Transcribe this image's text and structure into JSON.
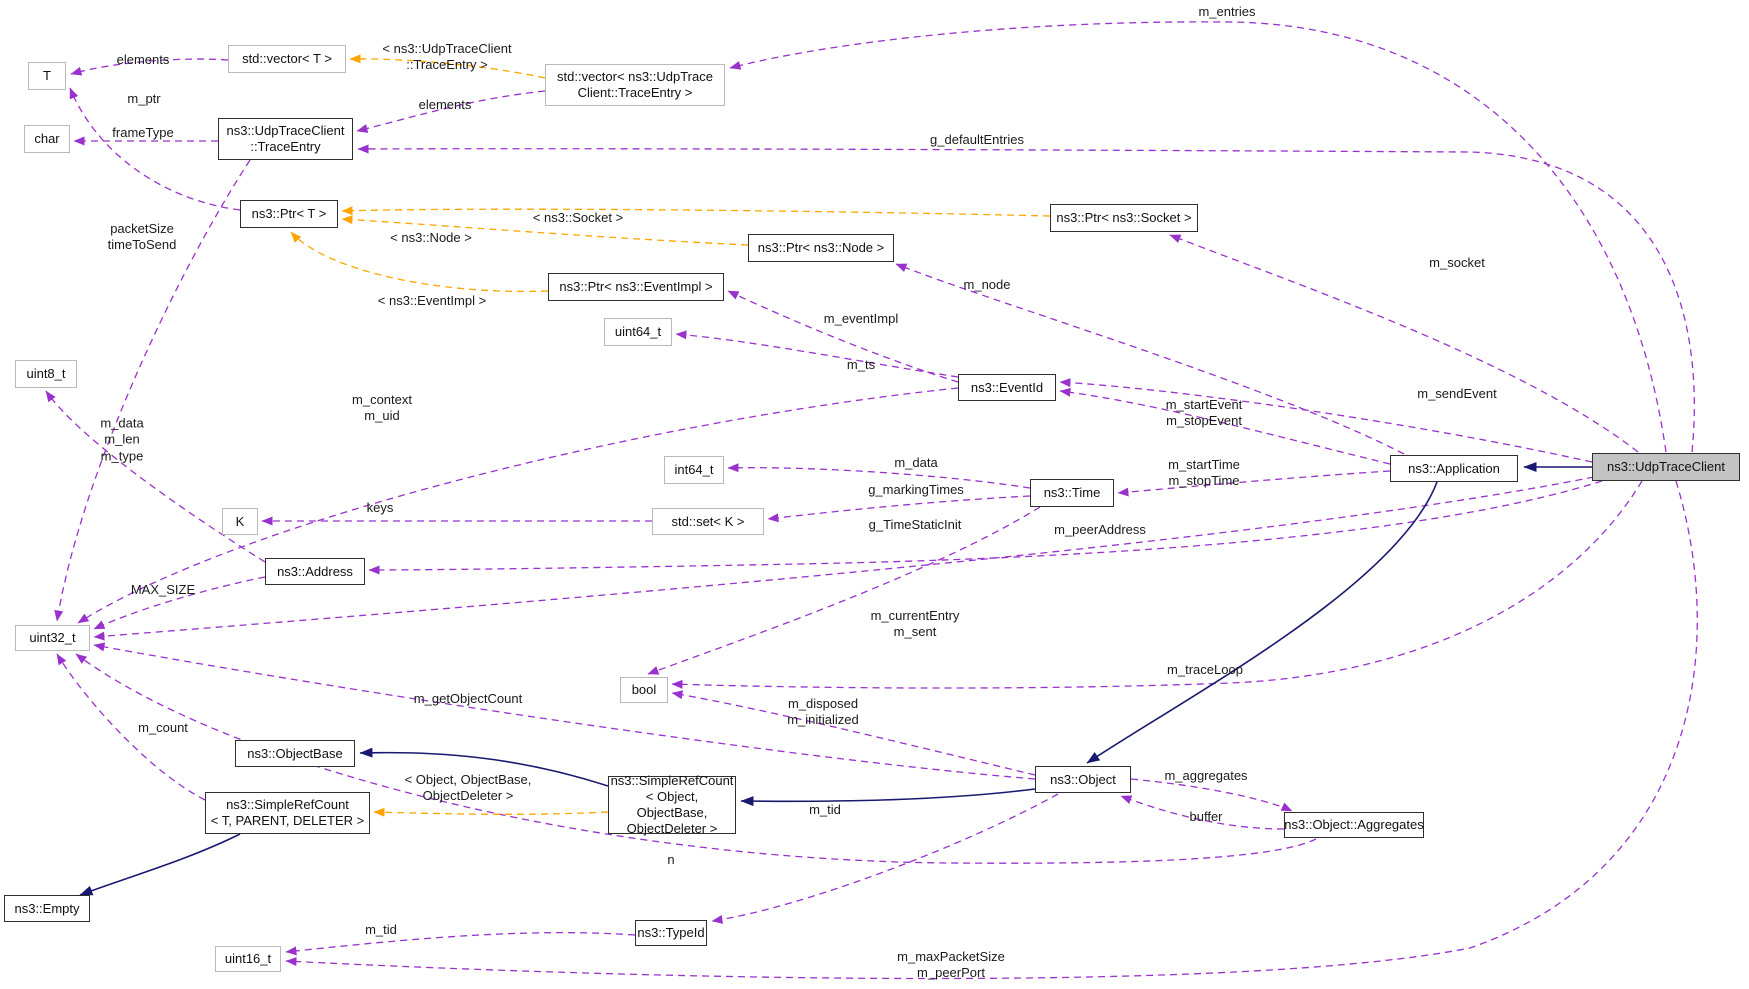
{
  "diagram": {
    "kind": "collaboration-graph",
    "highlighted_node": "ns3::UdpTraceClient",
    "colors": {
      "usage_edge": "#9932cc",
      "template_edge": "#ffa500",
      "inheritance_edge": "#191970",
      "highlight_fill": "#c3c3c3",
      "class_border": "#2f2f2f",
      "ref_border": "#b9b9b9",
      "background": "#ffffff"
    },
    "nodes": [
      {
        "id": "t",
        "label": "T",
        "kind": "ref"
      },
      {
        "id": "vector_t",
        "label": "std::vector< T >",
        "kind": "ref"
      },
      {
        "id": "vector_traceentry",
        "label": "std::vector< ns3::UdpTrace\nClient::TraceEntry >",
        "kind": "ref"
      },
      {
        "id": "char",
        "label": "char",
        "kind": "ref"
      },
      {
        "id": "traceentry",
        "label": "ns3::UdpTraceClient\n::TraceEntry",
        "kind": "cls"
      },
      {
        "id": "ptr_t",
        "label": "ns3::Ptr< T >",
        "kind": "cls"
      },
      {
        "id": "ptr_socket",
        "label": "ns3::Ptr< ns3::Socket >",
        "kind": "cls"
      },
      {
        "id": "ptr_node",
        "label": "ns3::Ptr< ns3::Node >",
        "kind": "cls"
      },
      {
        "id": "ptr_eventimpl",
        "label": "ns3::Ptr< ns3::EventImpl >",
        "kind": "cls"
      },
      {
        "id": "uint64_t",
        "label": "uint64_t",
        "kind": "ref"
      },
      {
        "id": "eventid",
        "label": "ns3::EventId",
        "kind": "cls"
      },
      {
        "id": "uint8_t",
        "label": "uint8_t",
        "kind": "ref"
      },
      {
        "id": "int64_t",
        "label": "int64_t",
        "kind": "ref"
      },
      {
        "id": "time",
        "label": "ns3::Time",
        "kind": "cls"
      },
      {
        "id": "application",
        "label": "ns3::Application",
        "kind": "cls"
      },
      {
        "id": "udptraceclient",
        "label": "ns3::UdpTraceClient",
        "kind": "hl"
      },
      {
        "id": "k",
        "label": "K",
        "kind": "ref"
      },
      {
        "id": "set_k",
        "label": "std::set< K >",
        "kind": "ref"
      },
      {
        "id": "address",
        "label": "ns3::Address",
        "kind": "cls"
      },
      {
        "id": "uint32_t",
        "label": "uint32_t",
        "kind": "ref"
      },
      {
        "id": "bool",
        "label": "bool",
        "kind": "ref"
      },
      {
        "id": "objectbase",
        "label": "ns3::ObjectBase",
        "kind": "cls"
      },
      {
        "id": "simplerefcount_tpd",
        "label": "ns3::SimpleRefCount\n< T, PARENT, DELETER >",
        "kind": "cls"
      },
      {
        "id": "simplerefcount_obj",
        "label": "ns3::SimpleRefCount\n< Object, ObjectBase,\nObjectDeleter >",
        "kind": "cls"
      },
      {
        "id": "object",
        "label": "ns3::Object",
        "kind": "cls"
      },
      {
        "id": "aggregates",
        "label": "ns3::Object::Aggregates",
        "kind": "cls"
      },
      {
        "id": "empty",
        "label": "ns3::Empty",
        "kind": "cls"
      },
      {
        "id": "typeid",
        "label": "ns3::TypeId",
        "kind": "cls"
      },
      {
        "id": "uint16_t",
        "label": "uint16_t",
        "kind": "ref"
      }
    ],
    "edges": [
      {
        "id": "elements_vector_t",
        "from": "vector_t",
        "to": "t",
        "label": "elements",
        "style": "usage"
      },
      {
        "id": "m_ptr",
        "from": "ptr_t",
        "to": "t",
        "label": "m_ptr",
        "style": "usage"
      },
      {
        "id": "frameType",
        "from": "traceentry",
        "to": "char",
        "label": "frameType",
        "style": "usage"
      },
      {
        "id": "packetSize_timeToSend",
        "from": "traceentry",
        "to": "uint32_t",
        "label": "packetSize\ntimeToSend",
        "style": "usage"
      },
      {
        "id": "elements_vector_te",
        "from": "vector_traceentry",
        "to": "traceentry",
        "label": "elements",
        "style": "usage"
      },
      {
        "id": "m_entries",
        "from": "udptraceclient",
        "to": "vector_traceentry",
        "label": "m_entries",
        "style": "usage"
      },
      {
        "id": "g_defaultEntries",
        "from": "udptraceclient",
        "to": "traceentry",
        "label": "g_defaultEntries",
        "style": "usage"
      },
      {
        "id": "tmpl_traceentry",
        "from": "vector_traceentry",
        "to": "vector_t",
        "label": "< ns3::UdpTraceClient\n::TraceEntry >",
        "style": "template"
      },
      {
        "id": "tmpl_socket",
        "from": "ptr_socket",
        "to": "ptr_t",
        "label": "< ns3::Socket >",
        "style": "template"
      },
      {
        "id": "tmpl_node",
        "from": "ptr_node",
        "to": "ptr_t",
        "label": "< ns3::Node >",
        "style": "template"
      },
      {
        "id": "tmpl_eventimpl",
        "from": "ptr_eventimpl",
        "to": "ptr_t",
        "label": "< ns3::EventImpl >",
        "style": "template"
      },
      {
        "id": "m_socket",
        "from": "udptraceclient",
        "to": "ptr_socket",
        "label": "m_socket",
        "style": "usage"
      },
      {
        "id": "m_node",
        "from": "application",
        "to": "ptr_node",
        "label": "m_node",
        "style": "usage"
      },
      {
        "id": "m_eventImpl",
        "from": "eventid",
        "to": "ptr_eventimpl",
        "label": "m_eventImpl",
        "style": "usage"
      },
      {
        "id": "m_ts",
        "from": "eventid",
        "to": "uint64_t",
        "label": "m_ts",
        "style": "usage"
      },
      {
        "id": "m_context_m_uid",
        "from": "eventid",
        "to": "uint32_t",
        "label": "m_context\nm_uid",
        "style": "usage"
      },
      {
        "id": "m_startEvent_m_stopEvent",
        "from": "application",
        "to": "eventid",
        "label": "m_startEvent\nm_stopEvent",
        "style": "usage"
      },
      {
        "id": "m_sendEvent",
        "from": "udptraceclient",
        "to": "eventid",
        "label": "m_sendEvent",
        "style": "usage"
      },
      {
        "id": "m_data_time",
        "from": "time",
        "to": "int64_t",
        "label": "m_data",
        "style": "usage"
      },
      {
        "id": "g_markingTimes",
        "from": "time",
        "to": "set_k",
        "label": "g_markingTimes",
        "style": "usage"
      },
      {
        "id": "keys",
        "from": "set_k",
        "to": "k",
        "label": "keys",
        "style": "usage"
      },
      {
        "id": "g_TimeStaticInit",
        "from": "time",
        "to": "bool",
        "label": "g_TimeStaticInit",
        "style": "usage"
      },
      {
        "id": "m_startTime_m_stopTime",
        "from": "application",
        "to": "time",
        "label": "m_startTime\nm_stopTime",
        "style": "usage"
      },
      {
        "id": "m_peerAddress",
        "from": "udptraceclient",
        "to": "address",
        "label": "m_peerAddress",
        "style": "usage"
      },
      {
        "id": "m_data_m_len_m_type",
        "from": "address",
        "to": "uint8_t",
        "label": "m_data\nm_len\nm_type",
        "style": "usage"
      },
      {
        "id": "MAX_SIZE",
        "from": "address",
        "to": "uint32_t",
        "label": "MAX_SIZE",
        "style": "usage"
      },
      {
        "id": "m_currentEntry_m_sent",
        "from": "udptraceclient",
        "to": "uint32_t",
        "label": "m_currentEntry\nm_sent",
        "style": "usage"
      },
      {
        "id": "m_traceLoop",
        "from": "udptraceclient",
        "to": "bool",
        "label": "m_traceLoop",
        "style": "usage"
      },
      {
        "id": "m_disposed_m_initialized",
        "from": "object",
        "to": "bool",
        "label": "m_disposed\nm_initialized",
        "style": "usage"
      },
      {
        "id": "m_getObjectCount",
        "from": "object",
        "to": "uint32_t",
        "label": "m_getObjectCount",
        "style": "usage"
      },
      {
        "id": "m_count",
        "from": "simplerefcount_tpd",
        "to": "uint32_t",
        "label": "m_count",
        "style": "usage"
      },
      {
        "id": "tmpl_simplerefcount",
        "from": "simplerefcount_obj",
        "to": "simplerefcount_tpd",
        "label": "< Object, ObjectBase,\nObjectDeleter >",
        "style": "template"
      },
      {
        "id": "m_tid_object",
        "from": "object",
        "to": "typeid",
        "label": "m_tid",
        "style": "usage"
      },
      {
        "id": "m_aggregates",
        "from": "object",
        "to": "aggregates",
        "label": "m_aggregates",
        "style": "usage"
      },
      {
        "id": "buffer",
        "from": "aggregates",
        "to": "object",
        "label": "buffer",
        "style": "usage"
      },
      {
        "id": "n",
        "from": "aggregates",
        "to": "uint32_t",
        "label": "n",
        "style": "usage"
      },
      {
        "id": "m_tid_typeid",
        "from": "typeid",
        "to": "uint16_t",
        "label": "m_tid",
        "style": "usage"
      },
      {
        "id": "m_maxPacketSize_m_peerPort",
        "from": "udptraceclient",
        "to": "uint16_t",
        "label": "m_maxPacketSize\nm_peerPort",
        "style": "usage"
      },
      {
        "id": "inherit_udptraceclient_application",
        "from": "udptraceclient",
        "to": "application",
        "label": "",
        "style": "inheritance"
      },
      {
        "id": "inherit_application_object",
        "from": "application",
        "to": "object",
        "label": "",
        "style": "inheritance"
      },
      {
        "id": "inherit_object_simplerefcount",
        "from": "object",
        "to": "simplerefcount_obj",
        "label": "",
        "style": "inheritance"
      },
      {
        "id": "inherit_simplerefcount_objectbase",
        "from": "simplerefcount_obj",
        "to": "objectbase",
        "label": "",
        "style": "inheritance"
      },
      {
        "id": "inherit_simplerefcount_tpd_empty",
        "from": "simplerefcount_tpd",
        "to": "empty",
        "label": "",
        "style": "inheritance"
      }
    ]
  }
}
